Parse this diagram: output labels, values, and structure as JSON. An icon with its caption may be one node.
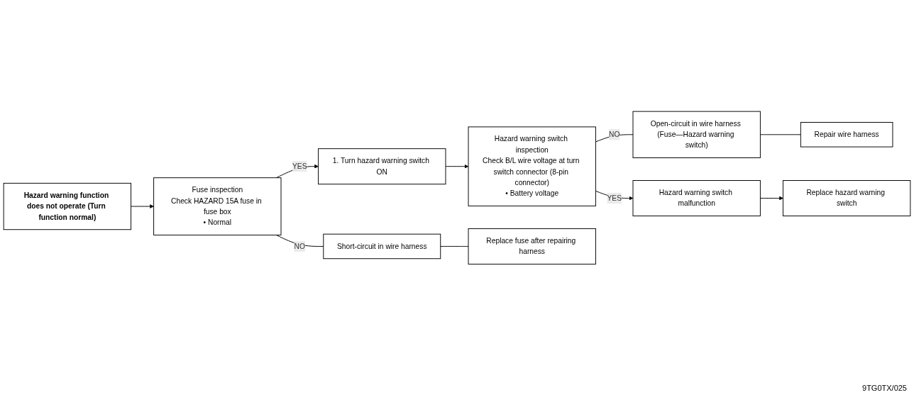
{
  "diagram": {
    "nodes": [
      {
        "text": [
          "Hazard warning function does not operate (Turn function normal)"
        ]
      },
      {
        "text": [
          "Fuse inspection",
          "Check HAZARD 15A fuse in fuse box",
          "• Normal"
        ]
      },
      {
        "text": [
          "1. Turn hazard warning switch ON"
        ]
      },
      {
        "text": [
          "Hazard warning switch inspection",
          "Check B/L wire voltage at turn switch connector (8-pin connector)",
          "• Battery voltage"
        ]
      },
      {
        "text": [
          "Short-circuit in wire harness"
        ]
      },
      {
        "text": [
          "Replace fuse after repairing harness"
        ]
      },
      {
        "text": [
          "Open-circuit in wire harness (Fuse—Hazard warning switch)"
        ]
      },
      {
        "text": [
          "Repair wire harness"
        ]
      },
      {
        "text": [
          "Hazard warning switch malfunction"
        ]
      },
      {
        "text": [
          "Replace hazard warning switch"
        ]
      }
    ],
    "edges": [
      {
        "from": 0,
        "to": 1,
        "arrow": "to"
      },
      {
        "from": 1,
        "to": 4,
        "arrow": "none",
        "label": "NO"
      },
      {
        "from": 4,
        "to": 5,
        "arrow": "none"
      },
      {
        "from": 1,
        "to": 2,
        "arrow": "to",
        "label": "YES"
      },
      {
        "from": 2,
        "to": 3,
        "arrow": "to"
      },
      {
        "from": 3,
        "to": 6,
        "arrow": "none",
        "label": "NO"
      },
      {
        "from": 6,
        "to": 7,
        "arrow": "none"
      },
      {
        "from": 3,
        "to": 8,
        "arrow": "to",
        "label": "YES"
      },
      {
        "from": 8,
        "to": 9,
        "arrow": "to"
      }
    ],
    "labels": [
      "9TG0TX/025"
    ]
  }
}
